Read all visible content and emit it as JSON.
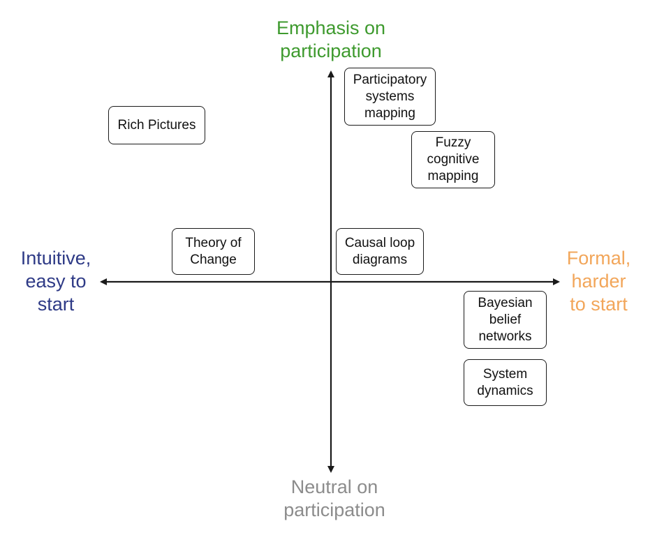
{
  "colors": {
    "axis": "#1a1a1a",
    "top_label": "#3e9a2e",
    "bottom_label": "#8c8c8c",
    "left_label": "#2e3a86",
    "right_label": "#f2a65a"
  },
  "axes": {
    "top": {
      "line1": "Emphasis on",
      "line2": "participation"
    },
    "bottom": {
      "line1": "Neutral on",
      "line2": "participation"
    },
    "left": {
      "line1": "Intuitive,",
      "line2": "easy to",
      "line3": "start"
    },
    "right": {
      "line1": "Formal,",
      "line2": "harder",
      "line3": "to start"
    }
  },
  "methods": {
    "rich_pictures": {
      "line1": "Rich Pictures"
    },
    "participatory_systems_mapping": {
      "line1": "Participatory",
      "line2": "systems",
      "line3": "mapping"
    },
    "fuzzy_cognitive_mapping": {
      "line1": "Fuzzy",
      "line2": "cognitive",
      "line3": "mapping"
    },
    "theory_of_change": {
      "line1": "Theory of",
      "line2": "Change"
    },
    "causal_loop_diagrams": {
      "line1": "Causal loop",
      "line2": "diagrams"
    },
    "bayesian_belief_networks": {
      "line1": "Bayesian",
      "line2": "belief",
      "line3": "networks"
    },
    "system_dynamics": {
      "line1": "System",
      "line2": "dynamics"
    }
  }
}
